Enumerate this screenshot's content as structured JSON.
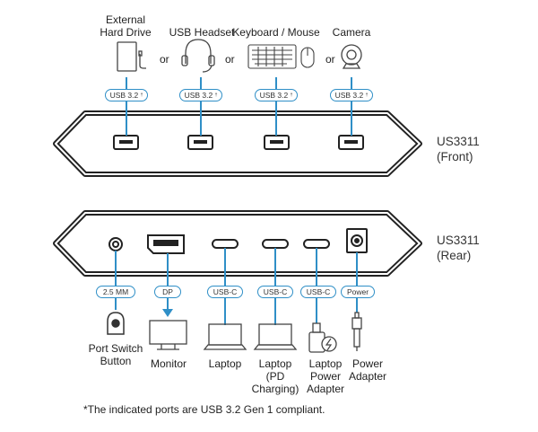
{
  "front_devices": [
    {
      "label": "External\nHard Drive",
      "port": "USB 3.2",
      "mark": "†"
    },
    {
      "label": "USB Headset",
      "port": "USB 3.2",
      "mark": "†"
    },
    {
      "label": "Keyboard / Mouse",
      "port": "USB 3.2",
      "mark": "†"
    },
    {
      "label": "Camera",
      "port": "USB 3.2",
      "mark": "†"
    }
  ],
  "or_text": "or",
  "front_model": {
    "name": "US3311",
    "side": "(Front)"
  },
  "rear_model": {
    "name": "US3311",
    "side": "(Rear)"
  },
  "rear_ports": [
    {
      "port": "2.5 MM",
      "device": "Port Switch\nButton",
      "icon": "push-button-icon"
    },
    {
      "port": "DP",
      "device": "Monitor",
      "icon": "monitor-icon"
    },
    {
      "port": "USB-C",
      "device": "Laptop",
      "icon": "laptop-icon"
    },
    {
      "port": "USB-C",
      "device": "Laptop\n(PD Charging)",
      "icon": "laptop-icon"
    },
    {
      "port": "USB-C",
      "device": "Laptop\nPower\nAdapter",
      "icon": "power-adapter-icon"
    },
    {
      "port": "Power",
      "device": "Power\nAdapter",
      "icon": "dc-plug-icon"
    }
  ],
  "colors": {
    "accent": "#2f8fc7",
    "outline": "#222222"
  },
  "footnote": "*The indicated ports are USB 3.2 Gen 1 compliant."
}
